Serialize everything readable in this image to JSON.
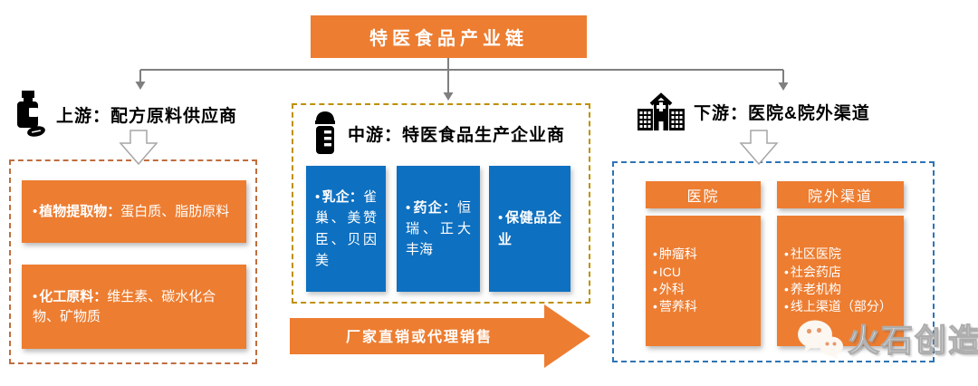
{
  "title": "特医食品产业链",
  "colors": {
    "orange": "#ED7D31",
    "blue": "#0E70C0",
    "upstream_dash_border": "#C06E3E",
    "midstream_dash_border": "#BF9000",
    "downstream_dash_border": "#2E74B5",
    "connector_gray": "#7F7F7F"
  },
  "upstream": {
    "header": "上游：配方原料供应商",
    "bullet": "•",
    "boxes": [
      {
        "label": "植物提取物：",
        "desc": "蛋白质、脂肪原料"
      },
      {
        "label": "化工原料：",
        "desc": "维生素、碳水化合物、矿物质"
      }
    ]
  },
  "midstream": {
    "header": "中游：特医食品生产企业商",
    "bullet": "•",
    "boxes": [
      {
        "label": "乳企：",
        "desc": "雀巢、美赞臣、贝因美"
      },
      {
        "label": "药企：",
        "desc": "恒瑞、正大丰海"
      },
      {
        "label": "保健品企业",
        "desc": ""
      }
    ],
    "sales_arrow_label": "厂家直销或代理销售"
  },
  "downstream": {
    "header": "下游：医院&院外渠道",
    "bullet": "•",
    "columns": [
      {
        "title": "医院",
        "items": [
          "肿瘤科",
          "ICU",
          "外科",
          "营养科"
        ]
      },
      {
        "title": "院外渠道",
        "items": [
          "社区医院",
          "社会药店",
          "养老机构",
          "线上渠道（部分）"
        ]
      }
    ]
  },
  "watermark": {
    "brand": "火石创造",
    "icon": "wechat-icon"
  }
}
